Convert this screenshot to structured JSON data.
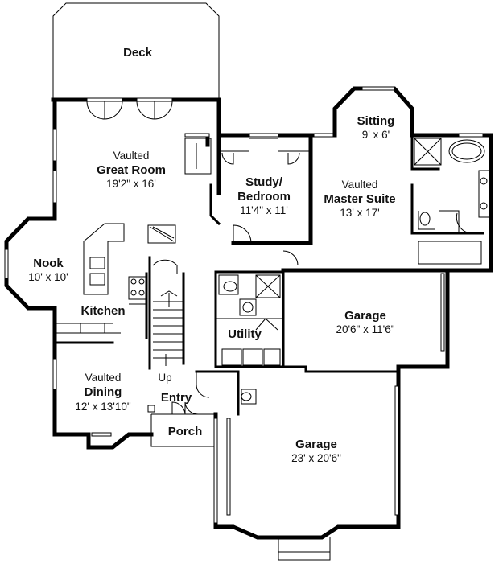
{
  "rooms": {
    "deck": {
      "name": "Deck"
    },
    "great_room": {
      "prefix": "Vaulted",
      "name": "Great Room",
      "size": "19'2\" x 16'"
    },
    "study": {
      "name_line1": "Study/",
      "name_line2": "Bedroom",
      "size": "11'4\" x 11'"
    },
    "sitting": {
      "name": "Sitting",
      "size": "9' x 6'"
    },
    "master_suite": {
      "prefix": "Vaulted",
      "name": "Master Suite",
      "size": "13' x 17'"
    },
    "nook": {
      "name": "Nook",
      "size": "10' x 10'"
    },
    "kitchen": {
      "name": "Kitchen"
    },
    "utility": {
      "name": "Utility"
    },
    "garage_small": {
      "name": "Garage",
      "size": "20'6\" x 11'6\""
    },
    "dining": {
      "prefix": "Vaulted",
      "name": "Dining",
      "size": "12' x 13'10\""
    },
    "entry": {
      "name": "Entry"
    },
    "stairs": {
      "label": "Up"
    },
    "porch": {
      "name": "Porch"
    },
    "garage_large": {
      "name": "Garage",
      "size": "23' x 20'6\""
    }
  }
}
